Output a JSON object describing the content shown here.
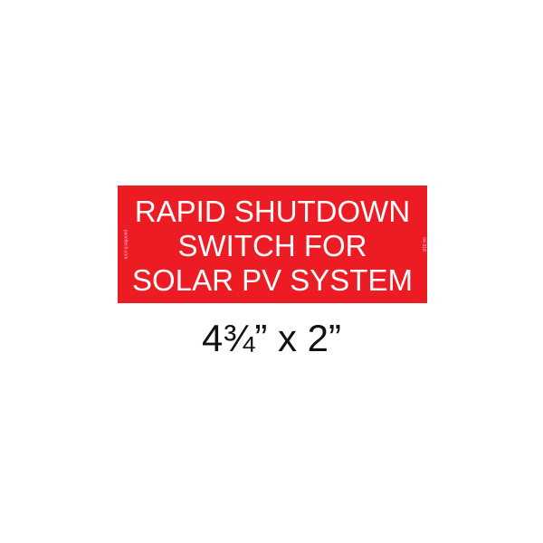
{
  "sign": {
    "background_color": "#ed1c24",
    "text_color": "#ffffff",
    "lines": [
      "RAPID SHUTDOWN",
      "SWITCH FOR",
      "SOLAR PV SYSTEM"
    ],
    "left_side_text": "paneltech.com",
    "right_side_text": "04-318"
  },
  "dimensions": "4¾” x 2”"
}
